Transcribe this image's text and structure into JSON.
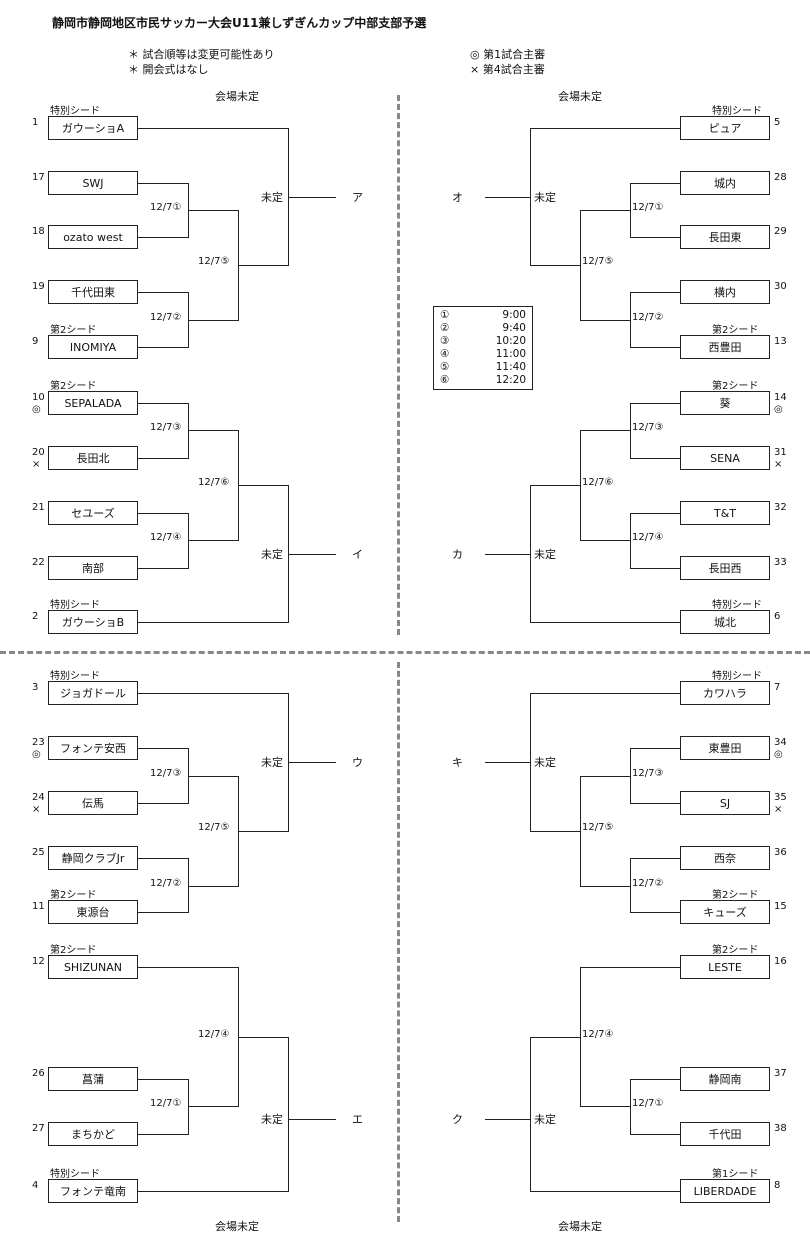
{
  "title": "静岡市静岡地区市民サッカー大会U11兼しずぎんカップ中部支部予選",
  "notes_left": [
    "＊ 試合順等は変更可能性あり",
    "＊ 開会式はなし"
  ],
  "notes_right": [
    "◎ 第1試合主審",
    "× 第4試合主審"
  ],
  "venue_label": "会場未定",
  "result_label": "未定",
  "schedule": [
    {
      "mark": "①",
      "time": "9:00"
    },
    {
      "mark": "②",
      "time": "9:40"
    },
    {
      "mark": "③",
      "time": "10:20"
    },
    {
      "mark": "④",
      "time": "11:00"
    },
    {
      "mark": "⑤",
      "time": "11:40"
    },
    {
      "mark": "⑥",
      "time": "12:20"
    }
  ],
  "centers": [
    "ア",
    "イ",
    "ウ",
    "エ",
    "オ",
    "カ",
    "キ",
    "ク"
  ],
  "blocks": {
    "ア": {
      "teams": [
        {
          "num": "1",
          "name": "ガウーショA",
          "seed": "特別シード",
          "mark": ""
        },
        {
          "num": "17",
          "name": "SWJ",
          "seed": "",
          "mark": ""
        },
        {
          "num": "18",
          "name": "ozato west",
          "seed": "",
          "mark": ""
        },
        {
          "num": "19",
          "name": "千代田東",
          "seed": "",
          "mark": ""
        },
        {
          "num": "9",
          "name": "INOMIYA",
          "seed": "第2シード",
          "mark": ""
        }
      ],
      "matches": [
        "12/7①",
        "12/7②",
        "12/7⑤"
      ]
    },
    "イ": {
      "teams": [
        {
          "num": "10",
          "name": "SEPALADA",
          "seed": "第2シード",
          "mark": "◎"
        },
        {
          "num": "20",
          "name": "長田北",
          "seed": "",
          "mark": "×"
        },
        {
          "num": "21",
          "name": "セユーズ",
          "seed": "",
          "mark": ""
        },
        {
          "num": "22",
          "name": "南部",
          "seed": "",
          "mark": ""
        },
        {
          "num": "2",
          "name": "ガウーショB",
          "seed": "特別シード",
          "mark": ""
        }
      ],
      "matches": [
        "12/7③",
        "12/7④",
        "12/7⑥"
      ]
    },
    "オ": {
      "teams": [
        {
          "num": "5",
          "name": "ピュア",
          "seed": "特別シード",
          "mark": ""
        },
        {
          "num": "28",
          "name": "城内",
          "seed": "",
          "mark": ""
        },
        {
          "num": "29",
          "name": "長田東",
          "seed": "",
          "mark": ""
        },
        {
          "num": "30",
          "name": "横内",
          "seed": "",
          "mark": ""
        },
        {
          "num": "13",
          "name": "西豊田",
          "seed": "第2シード",
          "mark": ""
        }
      ],
      "matches": [
        "12/7①",
        "12/7②",
        "12/7⑤"
      ]
    },
    "カ": {
      "teams": [
        {
          "num": "14",
          "name": "葵",
          "seed": "第2シード",
          "mark": "◎"
        },
        {
          "num": "31",
          "name": "SENA",
          "seed": "",
          "mark": "×"
        },
        {
          "num": "32",
          "name": "T&T",
          "seed": "",
          "mark": ""
        },
        {
          "num": "33",
          "name": "長田西",
          "seed": "",
          "mark": ""
        },
        {
          "num": "6",
          "name": "城北",
          "seed": "特別シード",
          "mark": ""
        }
      ],
      "matches": [
        "12/7③",
        "12/7④",
        "12/7⑥"
      ]
    },
    "ウ": {
      "teams": [
        {
          "num": "3",
          "name": "ジョガドール",
          "seed": "特別シード",
          "mark": ""
        },
        {
          "num": "23",
          "name": "フォンテ安西",
          "seed": "",
          "mark": "◎"
        },
        {
          "num": "24",
          "name": "伝馬",
          "seed": "",
          "mark": "×"
        },
        {
          "num": "25",
          "name": "静岡クラブJr",
          "seed": "",
          "mark": ""
        },
        {
          "num": "11",
          "name": "東源台",
          "seed": "第2シード",
          "mark": ""
        }
      ],
      "matches": [
        "12/7③",
        "12/7②",
        "12/7⑤"
      ]
    },
    "エ": {
      "teams": [
        {
          "num": "12",
          "name": "SHIZUNAN",
          "seed": "第2シード",
          "mark": ""
        },
        {
          "num": "26",
          "name": "菖蒲",
          "seed": "",
          "mark": ""
        },
        {
          "num": "27",
          "name": "まちかど",
          "seed": "",
          "mark": ""
        },
        {
          "num": "4",
          "name": "フォンテ竜南",
          "seed": "特別シード",
          "mark": ""
        }
      ],
      "matches": [
        "12/7①",
        "12/7④"
      ]
    },
    "キ": {
      "teams": [
        {
          "num": "7",
          "name": "カワハラ",
          "seed": "特別シード",
          "mark": ""
        },
        {
          "num": "34",
          "name": "東豊田",
          "seed": "",
          "mark": "◎"
        },
        {
          "num": "35",
          "name": "SJ",
          "seed": "",
          "mark": "×"
        },
        {
          "num": "36",
          "name": "西奈",
          "seed": "",
          "mark": ""
        },
        {
          "num": "15",
          "name": "キューズ",
          "seed": "第2シード",
          "mark": ""
        }
      ],
      "matches": [
        "12/7③",
        "12/7②",
        "12/7⑤"
      ]
    },
    "ク": {
      "teams": [
        {
          "num": "16",
          "name": "LESTE",
          "seed": "第2シード",
          "mark": ""
        },
        {
          "num": "37",
          "name": "静岡南",
          "seed": "",
          "mark": ""
        },
        {
          "num": "38",
          "name": "千代田",
          "seed": "",
          "mark": ""
        },
        {
          "num": "8",
          "name": "LIBERDADE",
          "seed": "第1シード",
          "mark": ""
        }
      ],
      "matches": [
        "12/7④",
        "12/7①"
      ]
    }
  }
}
